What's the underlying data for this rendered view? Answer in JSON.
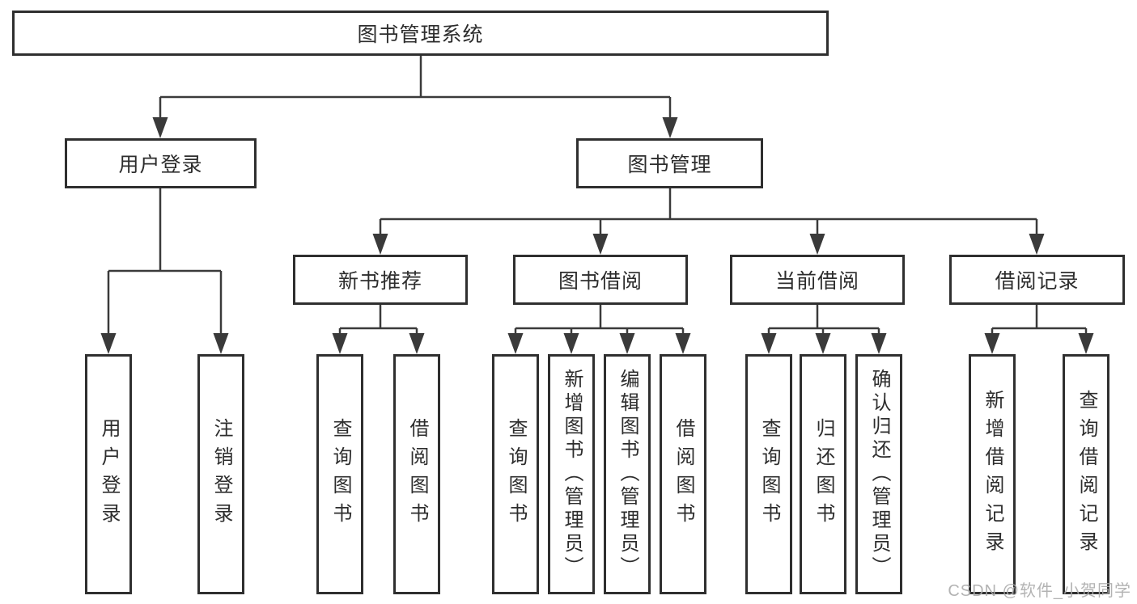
{
  "diagram": {
    "root": {
      "label": "图书管理系统"
    },
    "level2": {
      "user_login": {
        "label": "用户登录"
      },
      "book_management": {
        "label": "图书管理"
      }
    },
    "level3": {
      "new_book_recommend": {
        "label": "新书推荐"
      },
      "book_borrow": {
        "label": "图书借阅"
      },
      "current_borrow": {
        "label": "当前借阅"
      },
      "borrow_records": {
        "label": "借阅记录"
      }
    },
    "leaves": {
      "user_login": [
        "用户登录",
        "注销登录"
      ],
      "new_book_recommend": [
        "查询图书",
        "借阅图书"
      ],
      "book_borrow": [
        "查询图书",
        "新增图书（管理员）",
        "编辑图书（管理员）",
        "借阅图书"
      ],
      "current_borrow": [
        "查询图书",
        "归还图书",
        "确认归还（管理员）"
      ],
      "borrow_records": [
        "新增借阅记录",
        "查询借阅记录"
      ]
    },
    "colors": {
      "line": "#3a3a3a",
      "box_border": "#2f2f2f",
      "text": "#2d2d2d",
      "watermark": "#ababab",
      "background": "#ffffff"
    },
    "watermark": "CSDN @软件_小贺同学"
  }
}
